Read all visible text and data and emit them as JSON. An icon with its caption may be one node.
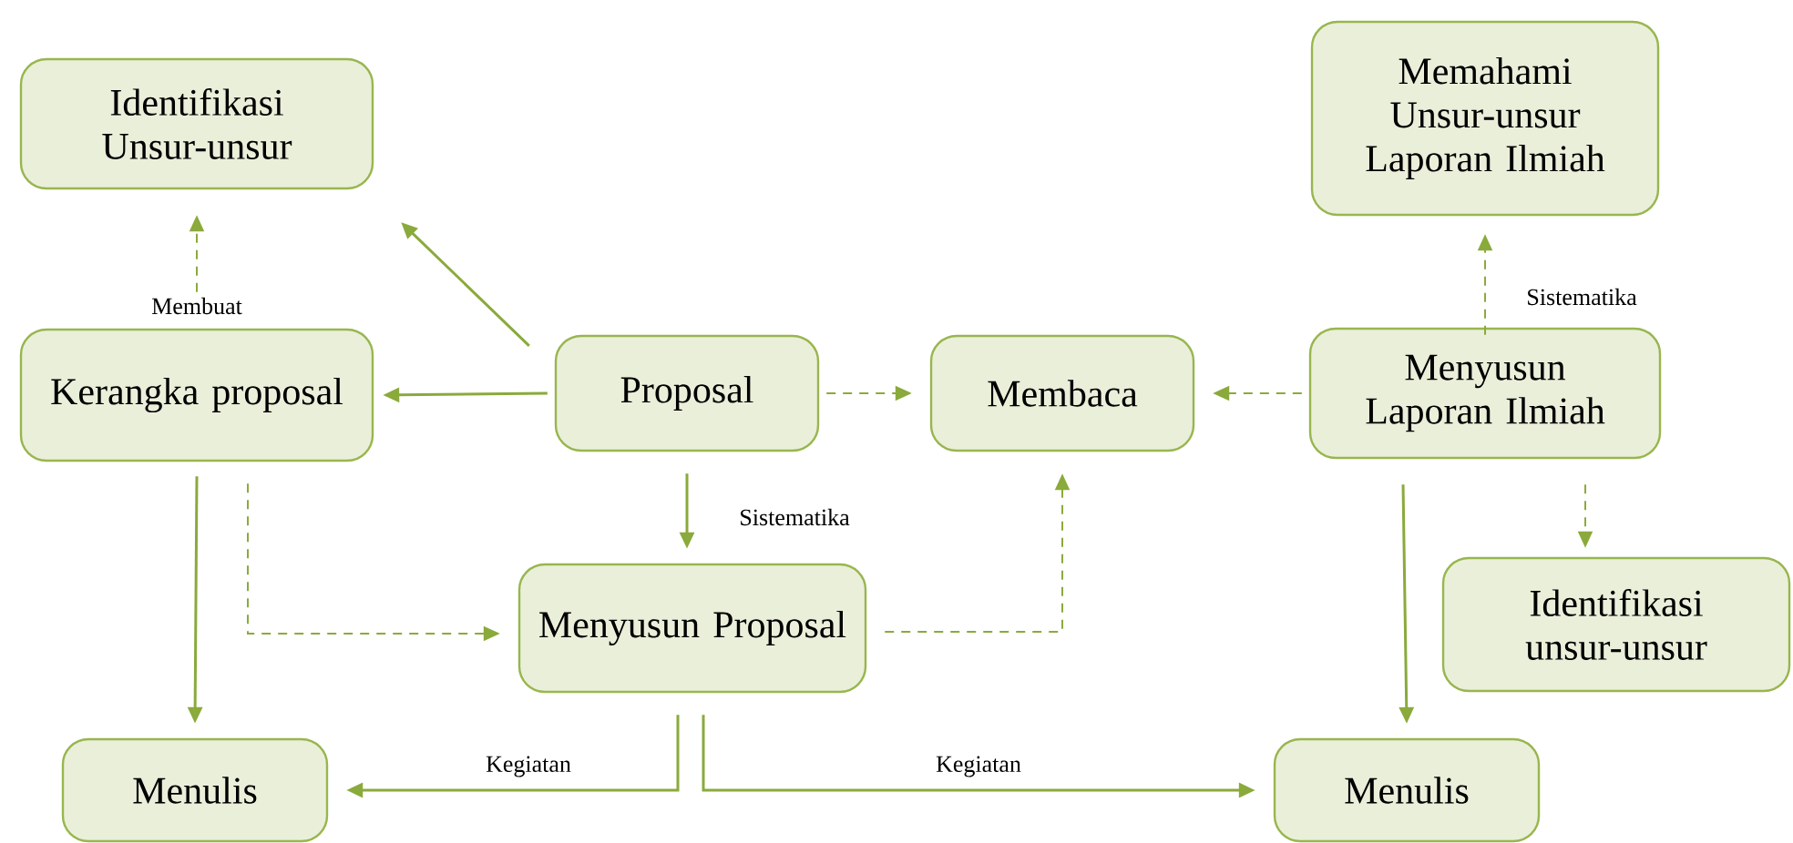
{
  "diagram": {
    "nodes": [
      {
        "text": [
          "Identifikasi Unsur-unsur"
        ]
      },
      {
        "text": [
          "Kerangka proposal"
        ]
      },
      {
        "text": [
          "Proposal"
        ]
      },
      {
        "text": [
          "Membaca"
        ]
      },
      {
        "text": [
          "Memahami Unsur-unsur Laporan Ilmiah"
        ]
      },
      {
        "text": [
          "Menyusun Laporan Ilmiah"
        ]
      },
      {
        "text": [
          "Menyusun Proposal"
        ]
      },
      {
        "text": [
          "Identifikasi unsur-unsur"
        ]
      },
      {
        "text": [
          "Menulis"
        ]
      },
      {
        "text": [
          "Menulis"
        ]
      }
    ],
    "edges": [
      {
        "from": 1,
        "to": 0,
        "arrow": "to",
        "style": "dashed",
        "label": "Membuat"
      },
      {
        "from": 2,
        "to": 0,
        "arrow": "to"
      },
      {
        "from": 2,
        "to": 1,
        "arrow": "to"
      },
      {
        "from": 2,
        "to": 3,
        "arrow": "to",
        "style": "dashed"
      },
      {
        "from": 5,
        "to": 3,
        "arrow": "to",
        "style": "dashed"
      },
      {
        "from": 5,
        "to": 4,
        "arrow": "to",
        "style": "dashed",
        "label": "Sistematika"
      },
      {
        "from": 5,
        "to": 7,
        "arrow": "to",
        "style": "dashed"
      },
      {
        "from": 5,
        "to": 9,
        "arrow": "to"
      },
      {
        "from": 2,
        "to": 6,
        "arrow": "to",
        "label": "Sistematika"
      },
      {
        "from": 1,
        "to": 6,
        "arrow": "to",
        "style": "dashed"
      },
      {
        "from": 6,
        "to": 3,
        "arrow": "to",
        "style": "dashed"
      },
      {
        "from": 1,
        "to": 8,
        "arrow": "to"
      },
      {
        "from": 6,
        "to": 8,
        "arrow": "to",
        "label": "Kegiatan"
      },
      {
        "from": 6,
        "to": 9,
        "arrow": "to",
        "label": "Kegiatan"
      }
    ]
  }
}
